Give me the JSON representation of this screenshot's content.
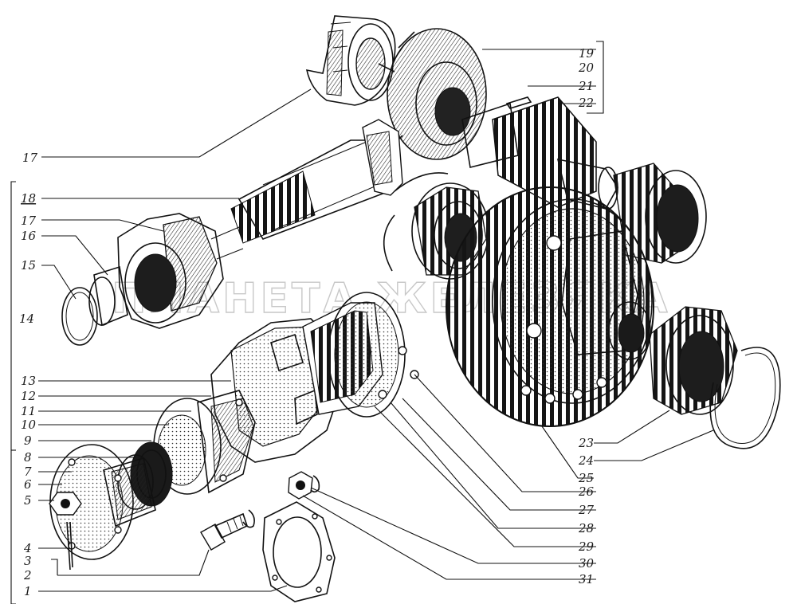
{
  "watermark": "ПЛАНЕТА ЖЕЛЕЗЯКА",
  "labels": {
    "n1": "1",
    "n2": "2",
    "n3": "3",
    "n4": "4",
    "n5": "5",
    "n6": "6",
    "n7": "7",
    "n8": "8",
    "n9": "9",
    "n10": "10",
    "n11": "11",
    "n12": "12",
    "n13": "13",
    "n14": "14",
    "n15": "15",
    "n16": "16",
    "n17a": "17",
    "n17b": "17",
    "n18": "18",
    "n19": "19",
    "n20": "20",
    "n21": "21",
    "n22": "22",
    "n23": "23",
    "n24": "24",
    "n25": "25",
    "n26": "26",
    "n27": "27",
    "n28": "28",
    "n29": "29",
    "n30": "30",
    "n31": "31"
  }
}
